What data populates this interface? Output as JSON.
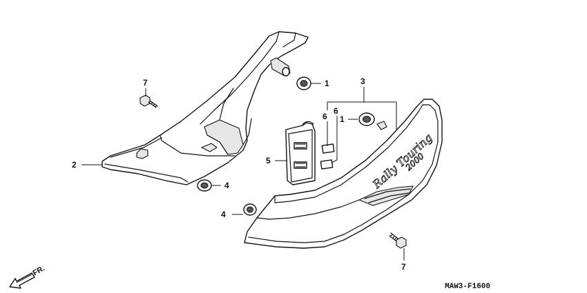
{
  "callouts": {
    "c1a": "1",
    "c1b": "1",
    "c2": "2",
    "c3": "3",
    "c4a": "4",
    "c4b": "4",
    "c5": "5",
    "c6a": "6",
    "c6b": "6",
    "c7a": "7",
    "c7b": "7"
  },
  "direction_label": "FR.",
  "diagram_code": "MAW3-F1600",
  "decal": {
    "line1": "Rally Touring",
    "line2": "2000"
  }
}
